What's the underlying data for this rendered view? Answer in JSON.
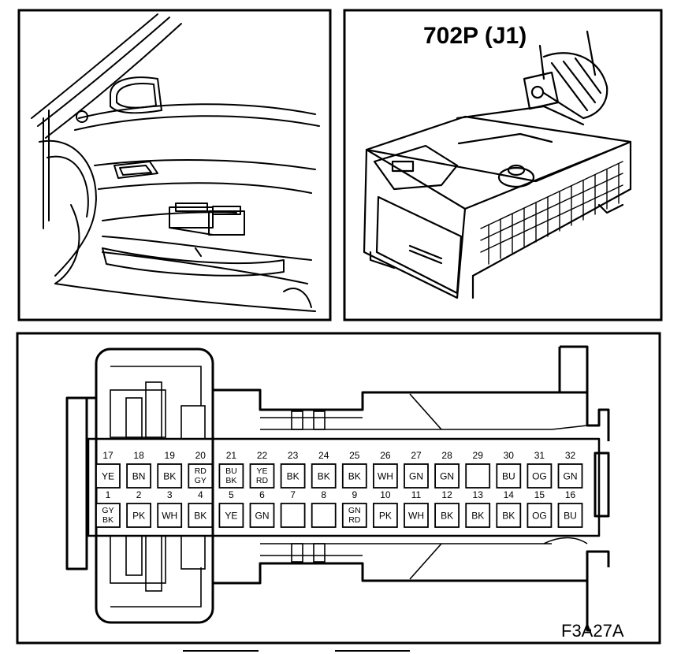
{
  "connector_label": "702P (J1)",
  "figure_code": "F3A27A",
  "top_row": [
    {
      "num": "17",
      "colors": [
        "YE"
      ]
    },
    {
      "num": "18",
      "colors": [
        "BN"
      ]
    },
    {
      "num": "19",
      "colors": [
        "BK"
      ]
    },
    {
      "num": "20",
      "colors": [
        "RD",
        "GY"
      ]
    },
    {
      "num": "21",
      "colors": [
        "BU",
        "BK"
      ]
    },
    {
      "num": "22",
      "colors": [
        "YE",
        "RD"
      ]
    },
    {
      "num": "23",
      "colors": [
        "BK"
      ]
    },
    {
      "num": "24",
      "colors": [
        "BK"
      ]
    },
    {
      "num": "25",
      "colors": [
        "BK"
      ]
    },
    {
      "num": "26",
      "colors": [
        "WH"
      ]
    },
    {
      "num": "27",
      "colors": [
        "GN"
      ]
    },
    {
      "num": "28",
      "colors": [
        "GN"
      ]
    },
    {
      "num": "29",
      "colors": []
    },
    {
      "num": "30",
      "colors": [
        "BU"
      ]
    },
    {
      "num": "31",
      "colors": [
        "OG"
      ]
    },
    {
      "num": "32",
      "colors": [
        "GN"
      ]
    }
  ],
  "bottom_row": [
    {
      "num": "1",
      "colors": [
        "GY",
        "BK"
      ]
    },
    {
      "num": "2",
      "colors": [
        "PK"
      ]
    },
    {
      "num": "3",
      "colors": [
        "WH"
      ]
    },
    {
      "num": "4",
      "colors": [
        "BK"
      ]
    },
    {
      "num": "5",
      "colors": [
        "YE"
      ]
    },
    {
      "num": "6",
      "colors": [
        "GN"
      ]
    },
    {
      "num": "7",
      "colors": []
    },
    {
      "num": "8",
      "colors": []
    },
    {
      "num": "9",
      "colors": [
        "GN",
        "RD"
      ]
    },
    {
      "num": "10",
      "colors": [
        "PK"
      ]
    },
    {
      "num": "11",
      "colors": [
        "WH"
      ]
    },
    {
      "num": "12",
      "colors": [
        "BK"
      ]
    },
    {
      "num": "13",
      "colors": [
        "BK"
      ]
    },
    {
      "num": "14",
      "colors": [
        "BK"
      ]
    },
    {
      "num": "15",
      "colors": [
        "OG"
      ]
    },
    {
      "num": "16",
      "colors": [
        "BU"
      ]
    }
  ]
}
